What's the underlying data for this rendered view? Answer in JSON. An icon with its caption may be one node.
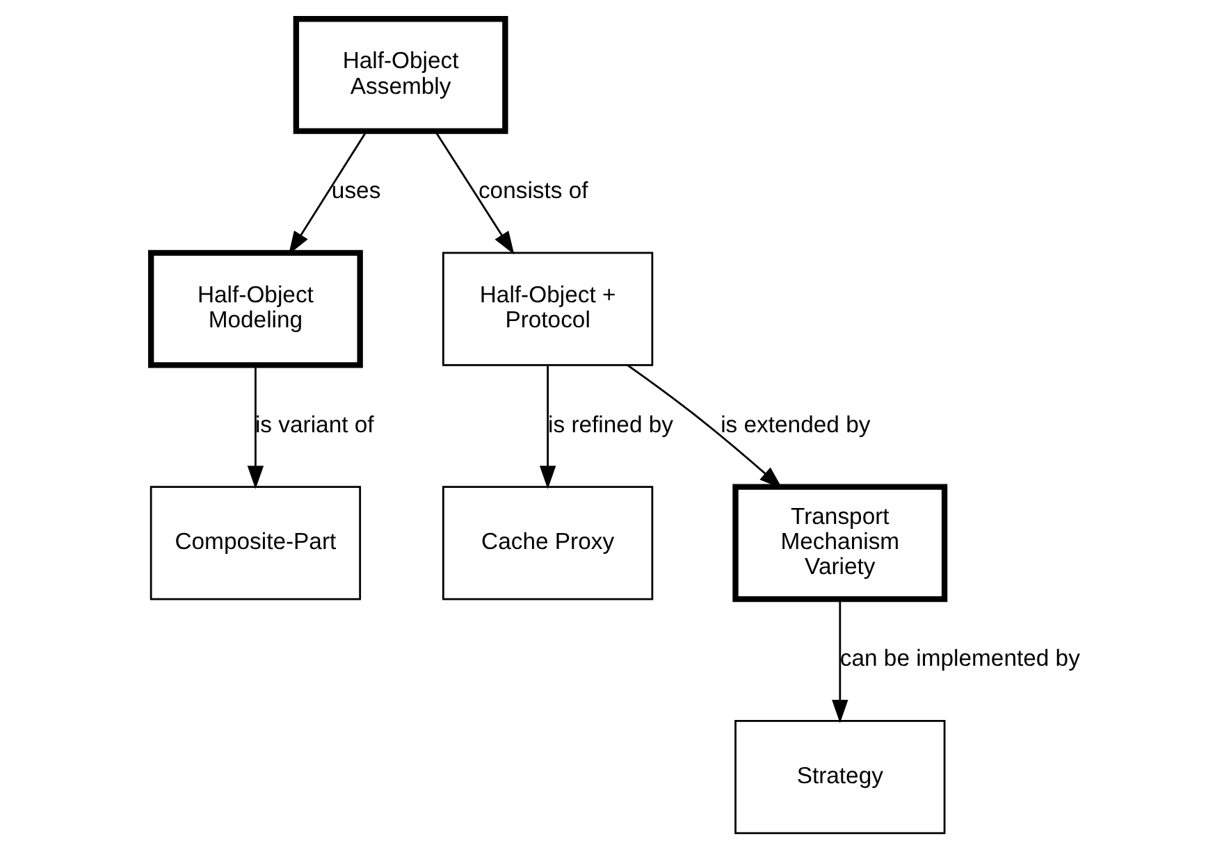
{
  "diagram": {
    "nodes": [
      {
        "text": [
          "Half-Object Assembly"
        ]
      },
      {
        "text": [
          "Half-Object Modeling"
        ]
      },
      {
        "text": [
          "Half-Object + Protocol"
        ]
      },
      {
        "text": [
          "Composite-Part"
        ]
      },
      {
        "text": [
          "Cache Proxy"
        ]
      },
      {
        "text": [
          "Transport Mechanism Variety"
        ]
      },
      {
        "text": [
          "Strategy"
        ]
      }
    ],
    "edges": [
      {
        "from": 0,
        "to": 1,
        "arrow": "to",
        "label": "uses"
      },
      {
        "from": 0,
        "to": 2,
        "arrow": "to",
        "label": "consists of"
      },
      {
        "from": 1,
        "to": 3,
        "arrow": "to",
        "label": "is variant of"
      },
      {
        "from": 2,
        "to": 4,
        "arrow": "to",
        "label": "is refined by"
      },
      {
        "from": 2,
        "to": 5,
        "arrow": "to",
        "label": "is extended by"
      },
      {
        "from": 5,
        "to": 6,
        "arrow": "to",
        "label": "can be implemented by"
      }
    ]
  }
}
